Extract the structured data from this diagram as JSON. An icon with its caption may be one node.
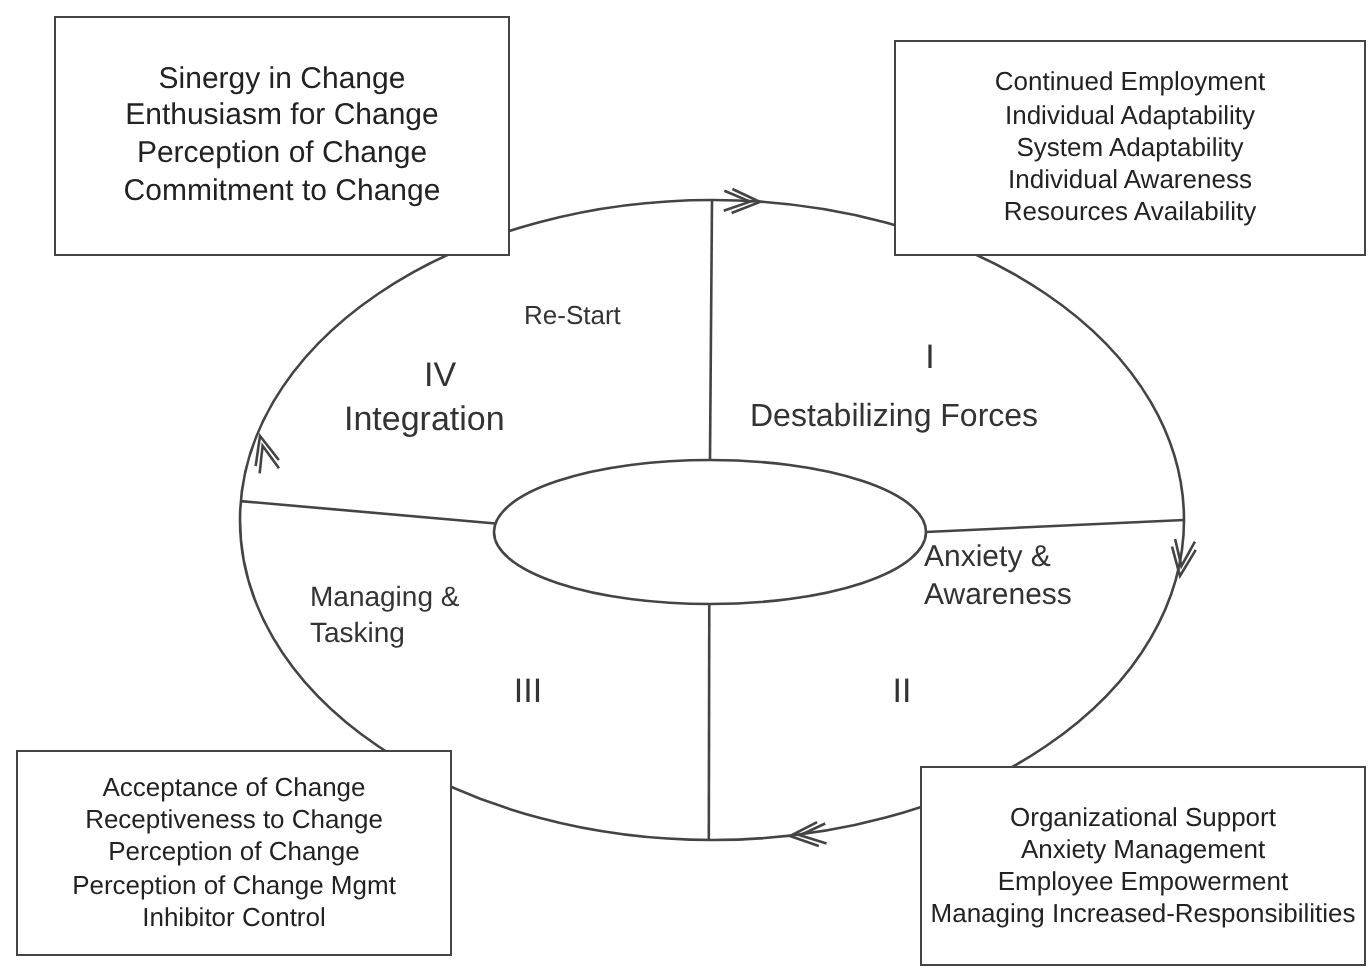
{
  "diagram": {
    "nodes": [
      {
        "text": [
          "Sinergy in Change",
          "Enthusiasm for Change",
          "Perception of Change",
          "Commitment to Change"
        ]
      },
      {
        "text": [
          "Continued Employment",
          "Individual Adaptability",
          "System Adaptability",
          "Individual Awareness",
          "Resources Availability"
        ]
      },
      {
        "text": [
          "Acceptance of Change",
          "Receptiveness to Change",
          "Perception of Change",
          "Perception of Change Mgmt",
          "Inhibitor Control"
        ]
      },
      {
        "text": [
          "Organizational Support",
          "Anxiety Management",
          "Employee Empowerment",
          "Managing Increased-Responsibilities"
        ]
      },
      {
        "text": [],
        "shape": "ellipse"
      },
      {
        "text": [],
        "shape": "ellipse",
        "in": 4
      }
    ],
    "edges": [
      {
        "from": 5,
        "to": 4,
        "arrow": "none"
      },
      {
        "from": 5,
        "to": 4,
        "arrow": "none"
      },
      {
        "from": 5,
        "to": 4,
        "arrow": "none"
      },
      {
        "from": 5,
        "to": 4,
        "arrow": "none"
      }
    ],
    "labels": [
      "Re-Start",
      "I",
      "IV",
      "Integration",
      "Destabilizing Forces",
      "Anxiety & Awareness",
      "Managing & Tasking",
      "III",
      "II"
    ]
  }
}
